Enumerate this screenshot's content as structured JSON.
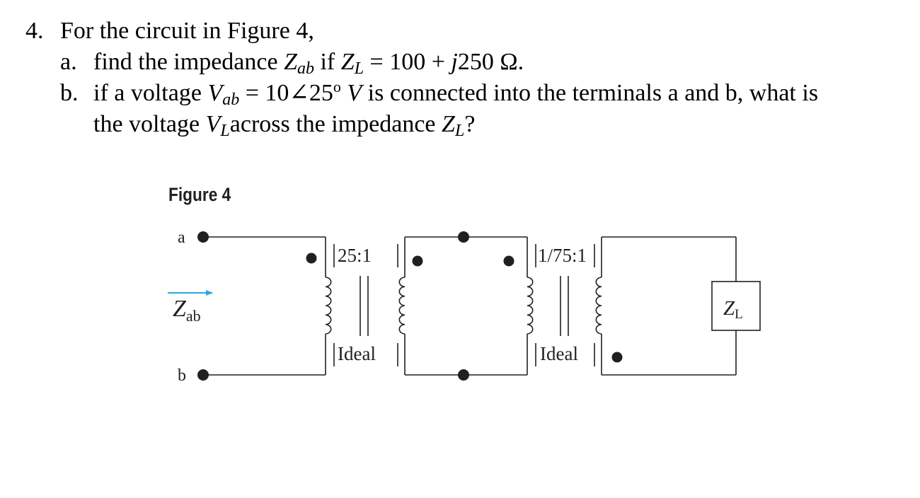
{
  "question": {
    "number": "4.",
    "stem": "For the circuit in Figure 4,",
    "part_a": {
      "letter": "a.",
      "text_1": "find the impedance ",
      "zab_var": "Z",
      "zab_sub": "ab",
      "text_2": " if ",
      "zl_var": "Z",
      "zl_sub": "L",
      "text_3": " = 100 + ",
      "j_var": "j",
      "text_4": "250 Ω."
    },
    "part_b": {
      "letter": "b.",
      "text_1": "if a voltage ",
      "vab_var": "V",
      "vab_sub": "ab",
      "text_2": " = 10∠25",
      "degree": "o",
      "text_3": " ",
      "v_var": "V",
      "text_4": " is connected into the terminals a and b, what is",
      "line2_text_1": "the voltage ",
      "vl_var": "V",
      "vl_sub": "L",
      "line2_text_2": "across the impedance ",
      "zl_var": "Z",
      "zl_sub": "L",
      "line2_text_3": "?"
    }
  },
  "figure": {
    "caption": "Figure 4",
    "terminal_a": "a",
    "terminal_b": "b",
    "zab_label_main": "Z",
    "zab_label_sub": "ab",
    "transformer1_ratio": "25:1",
    "transformer1_type": "Ideal",
    "transformer2_ratio": "1/75:1",
    "transformer2_type": "Ideal",
    "load_label_main": "Z",
    "load_label_sub": "L",
    "arrow_color": "#29a8e0",
    "wire_color": "#231f20"
  }
}
